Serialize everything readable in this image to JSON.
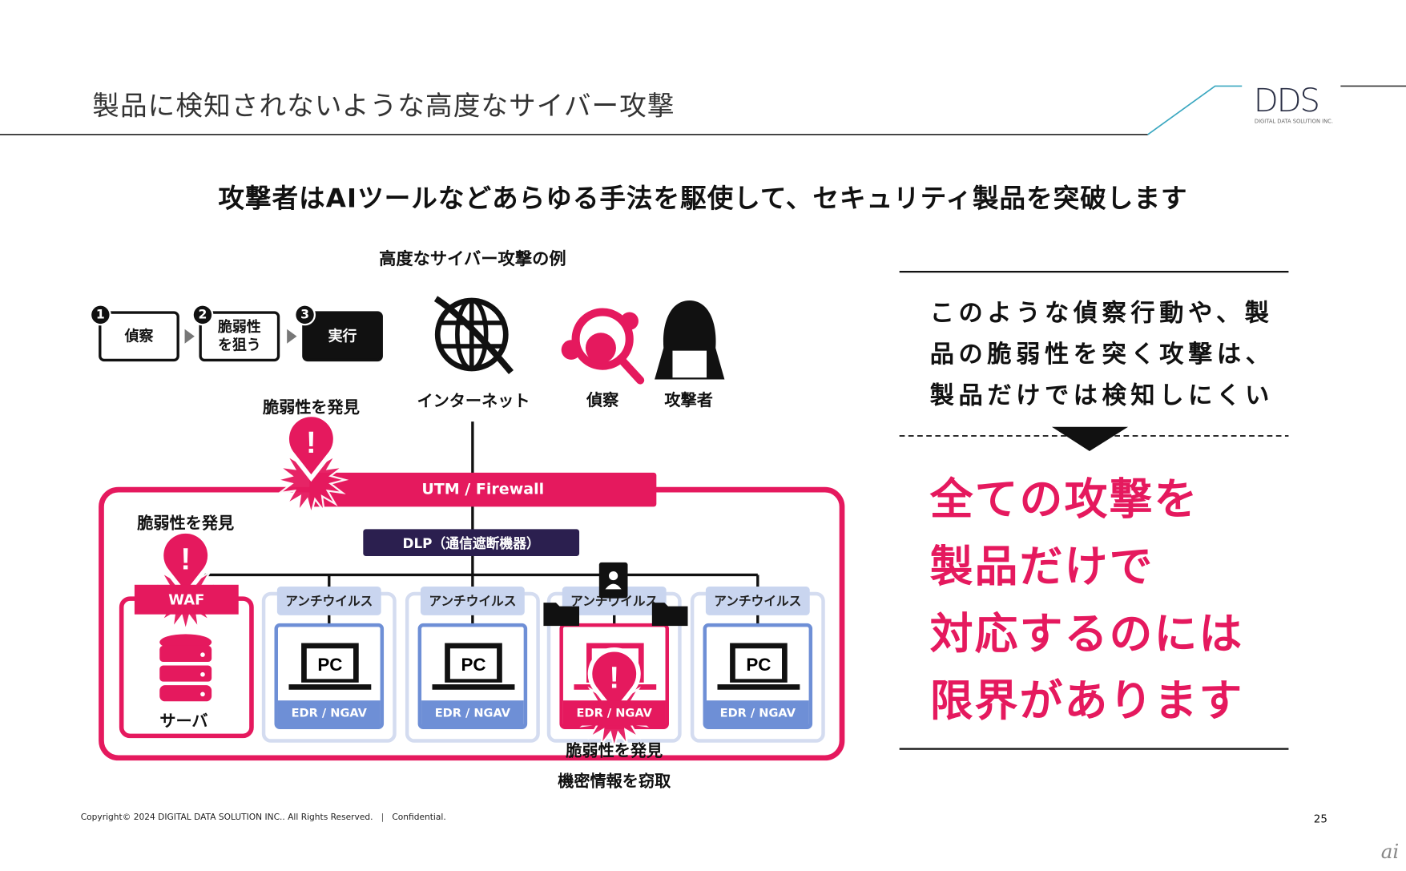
{
  "header": {
    "title": "製品に検知されないような高度なサイバー攻撃",
    "logo_text": "DDS",
    "logo_sub": "DIGITAL DATA SOLUTION INC."
  },
  "subtitle": "攻撃者はAIツールなどあらゆる手法を駆使して、セキュリティ製品を突破します",
  "diagram": {
    "heading": "高度なサイバー攻撃の例",
    "steps": [
      {
        "num": "1",
        "label": "偵察"
      },
      {
        "num": "2",
        "label": "脆弱性\nを狙う"
      },
      {
        "num": "3",
        "label": "実行"
      }
    ],
    "internet": "インターネット",
    "recon": "偵察",
    "attacker": "攻撃者",
    "vuln_found": "脆弱性を発見",
    "alert_mark": "!",
    "utm": "UTM / Firewall",
    "dlp": "DLP（通信遮断機器）",
    "waf": "WAF",
    "server": "サーバ",
    "antivirus": "アンチウイルス",
    "pc": "PC",
    "edr": "EDR / NGAV",
    "steal": "機密情報を窃取"
  },
  "panel": {
    "lines": [
      "このような偵察行動や、製",
      "品の脆弱性を突く攻撃は、",
      "製品だけでは検知しにくい"
    ],
    "emphasis": [
      "全ての攻撃を",
      "製品だけで",
      "対応するのには",
      "限界があります"
    ]
  },
  "footer": {
    "copyright": "Copyright© 2024 DIGITAL DATA SOLUTION INC.. All Rights Reserved.",
    "confidential": "Confidential.",
    "page": "25",
    "watermark": "ai"
  },
  "colors": {
    "accent": "#e5195e",
    "navy": "#2b1f4f",
    "blue": "#6e8fd6",
    "teal": "#3aa7c0"
  }
}
